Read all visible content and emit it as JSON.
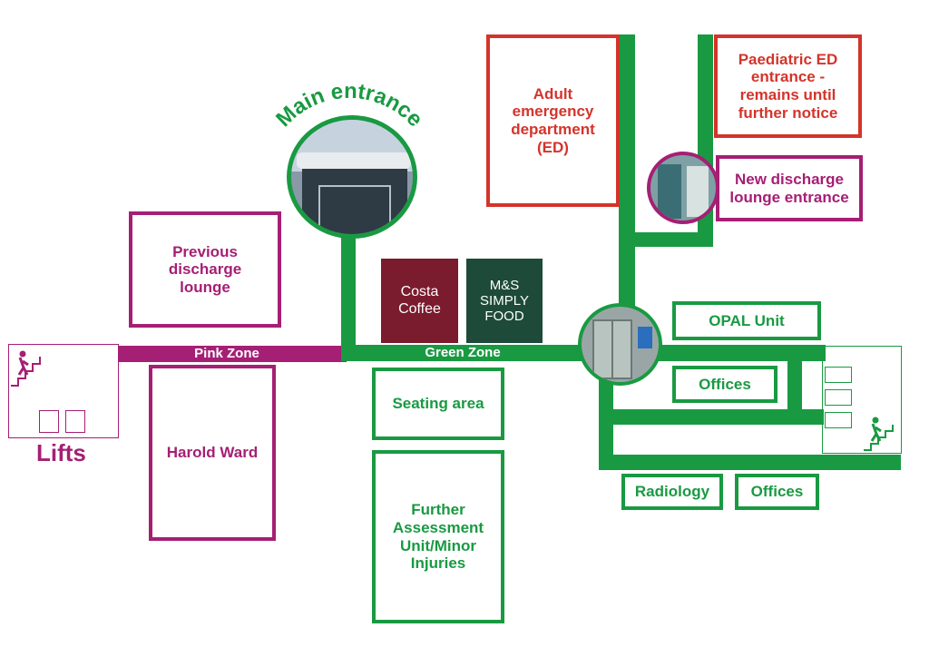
{
  "colors": {
    "pink": "#a51f74",
    "green": "#199a42",
    "red": "#d4342b",
    "costa": "#7a1b2e",
    "ms": "#1e4a3a"
  },
  "main_entrance": {
    "label": "Main entrance"
  },
  "zones": {
    "pink": "Pink Zone",
    "green": "Green Zone"
  },
  "lifts": {
    "label": "Lifts"
  },
  "rooms": {
    "previous_discharge": "Previous discharge lounge",
    "harold_ward": "Harold Ward",
    "costa": "Costa Coffee",
    "ms": "M&S SIMPLY FOOD",
    "seating": "Seating area",
    "fau": "Further Assessment Unit/Minor Injuries",
    "adult_ed": "Adult emergency department (ED)",
    "paed_ed": "Paediatric ED entrance - remains until further notice",
    "new_discharge": "New discharge lounge entrance",
    "opal": "OPAL Unit",
    "offices_1": "Offices",
    "offices_2": "Offices",
    "radiology": "Radiology"
  },
  "icons": [
    "stairs-icon",
    "lift-icon",
    "door-photo"
  ]
}
